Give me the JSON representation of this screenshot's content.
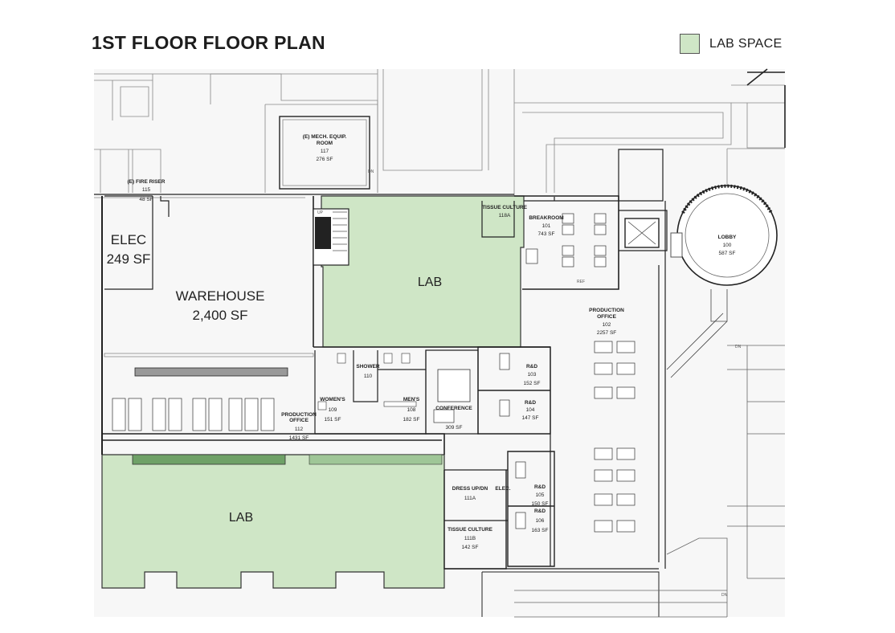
{
  "header": {
    "title": "1ST FLOOR FLOOR PLAN",
    "legend_label": "LAB SPACE",
    "legend_color": "#cfe6c6"
  },
  "rooms": {
    "mech_name": "(E) MECH. EQUIP.",
    "mech_name2": "ROOM",
    "mech_num": "117",
    "mech_sf": "276 SF",
    "riser_name": "(E) FIRE RISER",
    "riser_num": "115",
    "riser_sf": "48 SF",
    "elec_name": "ELEC",
    "elec_sf": "249 SF",
    "warehouse_name": "WAREHOUSE",
    "warehouse_sf": "2,400 SF",
    "lab_upper": "LAB",
    "lab_lower": "LAB",
    "tissue_upper_name": "TISSUE CULTURE",
    "tissue_upper_num": "118A",
    "breakroom_name": "BREAKROOM",
    "breakroom_num": "101",
    "breakroom_sf": "743 SF",
    "lobby_name": "LOBBY",
    "lobby_num": "100",
    "lobby_sf": "587 SF",
    "prod_office_name": "PRODUCTION",
    "prod_office_name2": "OFFICE",
    "prod_office_num": "102",
    "prod_office_sf": "2257 SF",
    "shower_name": "SHOWER",
    "shower_num": "110",
    "womens_name": "WOMEN'S",
    "womens_num": "109",
    "womens_sf": "151 SF",
    "mens_name": "MEN'S",
    "mens_num": "108",
    "mens_sf": "182 SF",
    "conference_name": "CONFERENCE",
    "conference_sf": "309 SF",
    "rd1_name": "R&D",
    "rd1_num": "103",
    "rd1_sf": "152 SF",
    "rd2_name": "R&D",
    "rd2_num": "104",
    "rd2_sf": "147 SF",
    "prod2_name": "PRODUCTION",
    "prod2_name2": "OFFICE",
    "prod2_num": "112",
    "prod2_sf": "1431 SF",
    "dress_name": "DRESS UP/DN",
    "elec2_name": "ELEC.",
    "dress_num": "111A",
    "rd3_name": "R&D",
    "rd3_num": "105",
    "rd3_sf": "150 SF",
    "rd4_name": "R&D",
    "rd4_num": "106",
    "rd4_sf": "163 SF",
    "tissue_lower_name": "TISSUE CULTURE",
    "tissue_lower_num": "111B",
    "tissue_lower_sf": "142 SF",
    "dn1": "DN",
    "dn2": "DN",
    "dn3": "DN",
    "up": "UP",
    "ref": "REF"
  }
}
